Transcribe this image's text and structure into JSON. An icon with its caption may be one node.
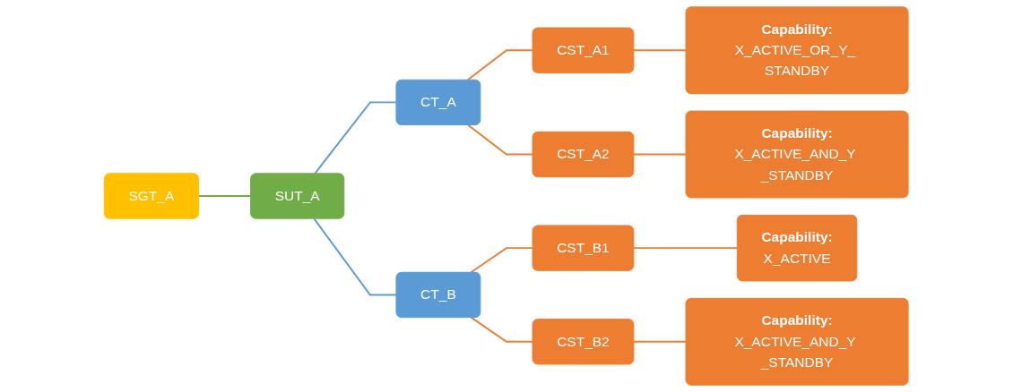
{
  "diagram": {
    "nodes": [
      {
        "text": [
          "SGT_A"
        ]
      },
      {
        "text": [
          "SUT_A"
        ]
      },
      {
        "text": [
          "CT_A"
        ]
      },
      {
        "text": [
          "CT_B"
        ]
      },
      {
        "text": [
          "CST_A1"
        ]
      },
      {
        "text": [
          "CST_A2"
        ]
      },
      {
        "text": [
          "CST_B1"
        ]
      },
      {
        "text": [
          "CST_B2"
        ]
      },
      {
        "text": [
          "Capability:",
          "X_ACTIVE_OR_Y_ STANDBY"
        ]
      },
      {
        "text": [
          "Capability:",
          "X_ACTIVE_AND_Y _STANDBY"
        ]
      },
      {
        "text": [
          "Capability:",
          "X_ACTIVE"
        ]
      },
      {
        "text": [
          "Capability:",
          "X_ACTIVE_AND_Y _STANDBY"
        ]
      }
    ],
    "edges": [
      {
        "from": 0,
        "to": 1,
        "arrow": "none",
        "color": "#70ad47"
      },
      {
        "from": 1,
        "to": 2,
        "arrow": "none",
        "color": "#5b9bd5"
      },
      {
        "from": 1,
        "to": 3,
        "arrow": "none",
        "color": "#5b9bd5"
      },
      {
        "from": 2,
        "to": 4,
        "arrow": "none"
      },
      {
        "from": 2,
        "to": 5,
        "arrow": "none"
      },
      {
        "from": 3,
        "to": 6,
        "arrow": "none"
      },
      {
        "from": 3,
        "to": 7,
        "arrow": "none"
      },
      {
        "from": 4,
        "to": 8,
        "arrow": "none"
      },
      {
        "from": 5,
        "to": 9,
        "arrow": "none"
      },
      {
        "from": 6,
        "to": 10,
        "arrow": "none"
      },
      {
        "from": 7,
        "to": 11,
        "arrow": "none"
      }
    ]
  }
}
